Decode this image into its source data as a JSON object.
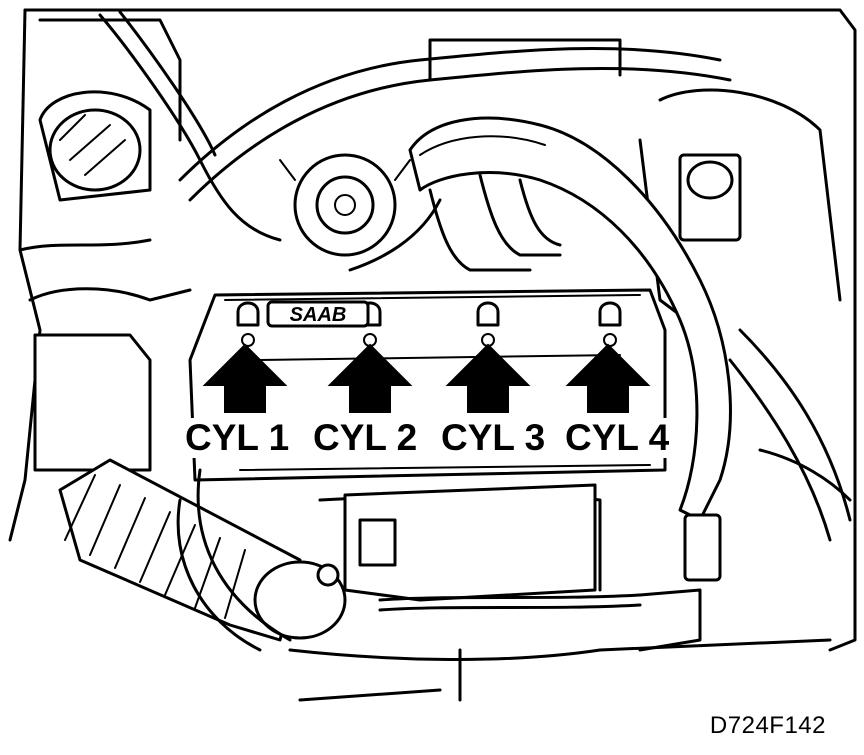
{
  "cylinders": [
    {
      "label": "CYL 1"
    },
    {
      "label": "CYL 2"
    },
    {
      "label": "CYL 3"
    },
    {
      "label": "CYL 4"
    }
  ],
  "badge": "SAAB",
  "figure_ref": "D724F142"
}
